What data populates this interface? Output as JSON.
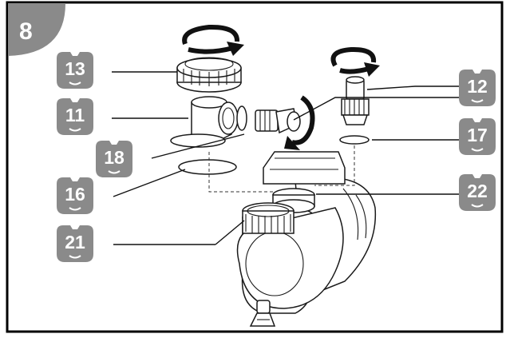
{
  "step": {
    "number": "8"
  },
  "colors": {
    "badge": "#8a8a8a",
    "frame": "#000000",
    "line": "#111111",
    "background": "#ffffff"
  },
  "callouts": [
    {
      "id": "13",
      "label": "13",
      "icon": "number-badge-icon"
    },
    {
      "id": "11",
      "label": "11",
      "icon": "number-badge-icon"
    },
    {
      "id": "18",
      "label": "18",
      "icon": "number-badge-icon"
    },
    {
      "id": "16",
      "label": "16",
      "icon": "number-badge-icon"
    },
    {
      "id": "21",
      "label": "21",
      "icon": "number-badge-icon"
    },
    {
      "id": "12",
      "label": "12",
      "icon": "number-badge-icon"
    },
    {
      "id": "17",
      "label": "17",
      "icon": "number-badge-icon"
    },
    {
      "id": "22",
      "label": "22",
      "icon": "number-badge-icon"
    }
  ]
}
